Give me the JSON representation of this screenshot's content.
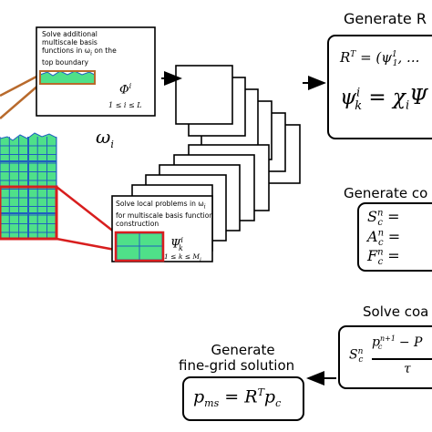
{
  "headings": {
    "generate_r": "Generate R",
    "generate_coarse": "Generate co",
    "solve_coarse": "Solve coa",
    "generate_fine_line1": "Generate",
    "generate_fine_line2": "fine-grid  solution"
  },
  "omega_label": "ω",
  "omega_sub": "i",
  "top_panel": {
    "caption_line1": "Solve additional",
    "caption_line2": "multiscale basis",
    "caption_line3": "functions in ω",
    "caption_line3_sub": "i",
    "caption_line3_rest": " on the",
    "caption_line4": "top boundary",
    "symbol": "Φ",
    "symbol_sup": "i",
    "range": "1 ≤ i ≤ L"
  },
  "bottom_panel": {
    "caption_line1": "Solve local problems in ω",
    "caption_line1_sub": "i",
    "caption_line2": "for multiscale basis function",
    "caption_line3": "construction",
    "symbol": "Ψ",
    "symbol_sup": "i",
    "symbol_sub": "k",
    "range": "1 ≤ k ≤ M",
    "range_sub": "i"
  },
  "r_box": {
    "line1": "R",
    "line1_sup": "T",
    "line1_rest": " = (ψ",
    "line1_sup2": "1",
    "line1_sub2": "1",
    "line1_tail": ", ...",
    "line2": "ψ",
    "line2_sup": "i",
    "line2_sub": "k",
    "line2_rest": " = χ",
    "line2_sub2": "i",
    "line2_tail": "Ψ"
  },
  "coarse_box": {
    "s": "S",
    "s_sup": "n",
    "s_sub": "c",
    "a": "A",
    "a_sup": "n",
    "a_sub": "c",
    "f": "F",
    "f_sup": "n",
    "f_sub": "c",
    "eq": " ="
  },
  "solve_box": {
    "s": "S",
    "s_sup": "n",
    "s_sub": "c",
    "num_p1": "p",
    "num_p1_sup": "n+1",
    "num_p1_sub": "c",
    "num_minus": " − P",
    "den": "τ"
  },
  "fine_box": {
    "text_left": "p",
    "text_left_sub": "ms",
    "text_mid": " = R",
    "text_mid_sup": "T",
    "text_right": "p",
    "text_right_sub": "c"
  },
  "colors": {
    "grid_fill": "#4fe089",
    "grid_line": "#1f5fbf",
    "highlight": "#d81e1e",
    "connector": "#b86a2c"
  }
}
